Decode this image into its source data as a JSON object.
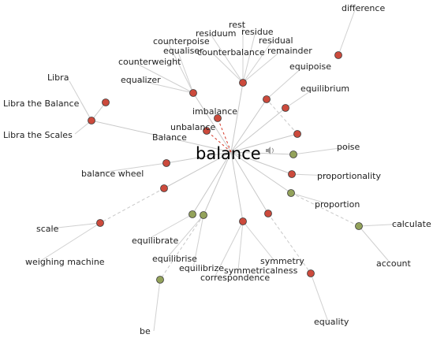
{
  "center_word": "balance",
  "nodes": [
    {
      "id": "n_imbalance",
      "color": "red"
    },
    {
      "id": "n_unbalance",
      "color": "red"
    },
    {
      "id": "n_equalizer",
      "color": "red"
    },
    {
      "id": "n_counterbalance",
      "color": "red"
    },
    {
      "id": "n_equilibrium_top",
      "color": "red"
    },
    {
      "id": "n_equipoise",
      "color": "red"
    },
    {
      "id": "n_difference",
      "color": "red"
    },
    {
      "id": "n_libra",
      "color": "red"
    },
    {
      "id": "n_libra_scales",
      "color": "red"
    },
    {
      "id": "n_poise",
      "color": "green"
    },
    {
      "id": "n_upper_right",
      "color": "red"
    },
    {
      "id": "n_balance_wheel",
      "color": "red"
    },
    {
      "id": "n_proportionality",
      "color": "red"
    },
    {
      "id": "n_proportion",
      "color": "green"
    },
    {
      "id": "n_calculate",
      "color": "green"
    },
    {
      "id": "n_left_mid",
      "color": "red"
    },
    {
      "id": "n_scale",
      "color": "red"
    },
    {
      "id": "n_equilibrate",
      "color": "green"
    },
    {
      "id": "n_equilibrise",
      "color": "green"
    },
    {
      "id": "n_be",
      "color": "green"
    },
    {
      "id": "n_symmetry",
      "color": "red"
    },
    {
      "id": "n_correspondence",
      "color": "red"
    },
    {
      "id": "n_equality",
      "color": "red"
    }
  ],
  "words": [
    {
      "id": "w_difference",
      "text": "difference"
    },
    {
      "id": "w_rest",
      "text": "rest"
    },
    {
      "id": "w_residue",
      "text": "residue"
    },
    {
      "id": "w_residuum",
      "text": "residuum"
    },
    {
      "id": "w_counterpoise",
      "text": "counterpoise"
    },
    {
      "id": "w_residual",
      "text": "residual"
    },
    {
      "id": "w_equaliser",
      "text": "equaliser"
    },
    {
      "id": "w_counterbalance",
      "text": "counterbalance"
    },
    {
      "id": "w_remainder",
      "text": "remainder"
    },
    {
      "id": "w_counterweight",
      "text": "counterweight"
    },
    {
      "id": "w_equipoise",
      "text": "equipoise"
    },
    {
      "id": "w_libra",
      "text": "Libra"
    },
    {
      "id": "w_equalizer",
      "text": "equalizer"
    },
    {
      "id": "w_equilibrium",
      "text": "equilibrium"
    },
    {
      "id": "w_libra_balance",
      "text": "Libra the Balance"
    },
    {
      "id": "w_imbalance",
      "text": "imbalance"
    },
    {
      "id": "w_unbalance",
      "text": "unbalance"
    },
    {
      "id": "w_libra_scales",
      "text": "Libra the Scales"
    },
    {
      "id": "w_balance_sign",
      "text": "Balance"
    },
    {
      "id": "w_poise",
      "text": "poise"
    },
    {
      "id": "w_balance_wheel",
      "text": "balance wheel"
    },
    {
      "id": "w_proportionality",
      "text": "proportionality"
    },
    {
      "id": "w_proportion",
      "text": "proportion"
    },
    {
      "id": "w_scale",
      "text": "scale"
    },
    {
      "id": "w_calculate",
      "text": "calculate"
    },
    {
      "id": "w_equilibrate",
      "text": "equilibrate"
    },
    {
      "id": "w_weighing_machine",
      "text": "weighing machine"
    },
    {
      "id": "w_account",
      "text": "account"
    },
    {
      "id": "w_equilibrise",
      "text": "equilibrise"
    },
    {
      "id": "w_symmetry",
      "text": "symmetry"
    },
    {
      "id": "w_equilibrize",
      "text": "equilibrize"
    },
    {
      "id": "w_symmetricalness",
      "text": "symmetricalness"
    },
    {
      "id": "w_correspondence",
      "text": "correspondence"
    },
    {
      "id": "w_be",
      "text": "be"
    },
    {
      "id": "w_equality",
      "text": "equality"
    }
  ],
  "edges": [
    {
      "id": "e_center_equalizer",
      "from": "center",
      "to": "n_equalizer",
      "style": "solid"
    },
    {
      "id": "e_center_counterbalance",
      "from": "center",
      "to": "n_counterbalance",
      "style": "solid"
    },
    {
      "id": "e_center_equilibrium_top",
      "from": "center",
      "to": "n_equilibrium_top",
      "style": "solid"
    },
    {
      "id": "e_center_equipoise",
      "from": "center",
      "to": "n_equipoise",
      "style": "solid"
    },
    {
      "id": "e_center_upper_right",
      "from": "center",
      "to": "n_upper_right",
      "style": "solid"
    },
    {
      "id": "e_center_poise",
      "from": "center",
      "to": "n_poise",
      "style": "solid"
    },
    {
      "id": "e_center_proportionality",
      "from": "center",
      "to": "n_proportionality",
      "style": "solid"
    },
    {
      "id": "e_center_proportion",
      "from": "center",
      "to": "n_proportion",
      "style": "solid"
    },
    {
      "id": "e_center_balance_wheel",
      "from": "center",
      "to": "n_balance_wheel",
      "style": "solid"
    },
    {
      "id": "e_center_left_mid",
      "from": "center",
      "to": "n_left_mid",
      "style": "solid"
    },
    {
      "id": "e_center_libra_scales",
      "from": "center",
      "to": "n_libra_scales",
      "style": "solid"
    },
    {
      "id": "e_center_equilibrate",
      "from": "center",
      "to": "n_equilibrate",
      "style": "solid"
    },
    {
      "id": "e_center_equilibrise",
      "from": "center",
      "to": "n_equilibrise",
      "style": "solid"
    },
    {
      "id": "e_center_correspondence",
      "from": "center",
      "to": "n_correspondence",
      "style": "solid"
    },
    {
      "id": "e_center_symmetry",
      "from": "center",
      "to": "n_symmetry",
      "style": "solid"
    },
    {
      "id": "e_center_imbalance",
      "from": "center",
      "to": "n_imbalance",
      "style": "dashed-red"
    },
    {
      "id": "e_center_unbalance",
      "from": "center",
      "to": "n_unbalance",
      "style": "dashed-red"
    },
    {
      "id": "e_libra_scales_libra",
      "from": "n_libra_scales",
      "to": "n_libra",
      "style": "solid"
    },
    {
      "id": "e_equilibrium_upper_right",
      "from": "n_upper_right",
      "to": "n_equilibrium_top",
      "style": "dashed"
    },
    {
      "id": "e_proportion_calculate",
      "from": "n_proportion",
      "to": "n_calculate",
      "style": "dashed"
    },
    {
      "id": "e_left_mid_scale",
      "from": "n_left_mid",
      "to": "n_scale",
      "style": "dashed"
    },
    {
      "id": "e_equilibrise_be",
      "from": "n_equilibrise",
      "to": "n_be",
      "style": "dashed"
    },
    {
      "id": "e_symmetry_equality",
      "from": "n_symmetry",
      "to": "n_equality",
      "style": "dashed"
    }
  ]
}
